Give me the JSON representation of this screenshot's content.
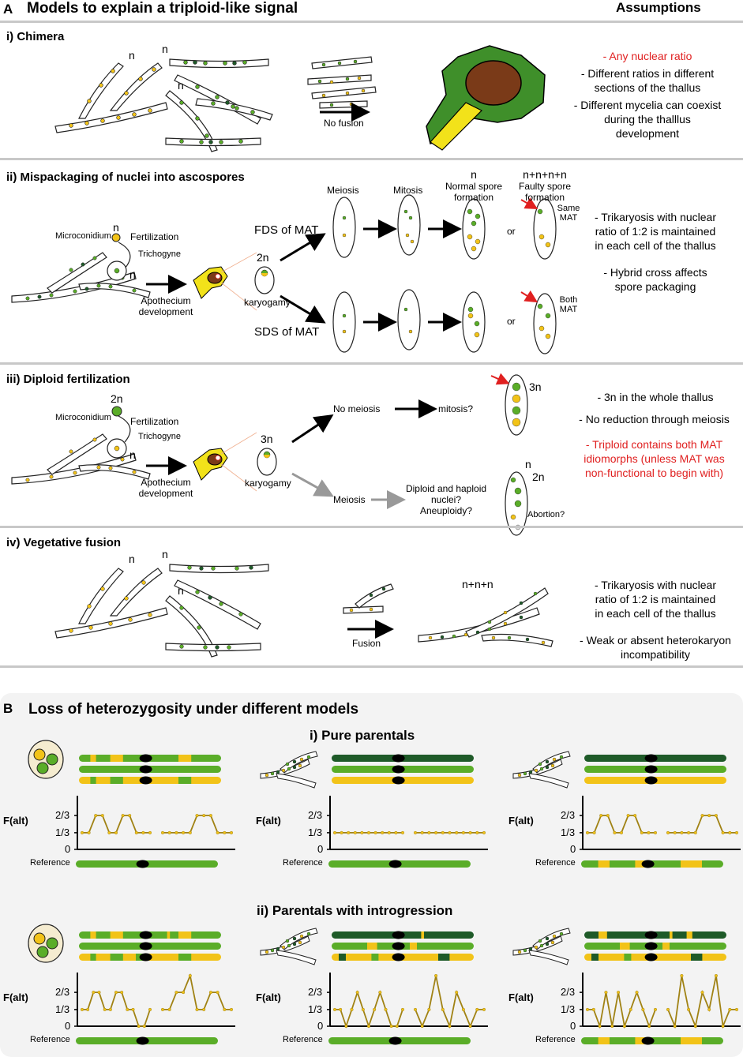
{
  "panel_a": {
    "letter": "A",
    "title": "Models to explain a triploid-like signal",
    "assumptions_header": "Assumptions",
    "chimera": {
      "heading": "i) Chimera",
      "n1": "n",
      "n2": "n",
      "n3": "n",
      "no_fusion": "No fusion",
      "assump_1": "- Any nuclear ratio",
      "assump_2a": "- Different ratios in different",
      "assump_2b": "sections of the thallus",
      "assump_3a": "- Different mycelia can coexist",
      "assump_3b": "during the thalllus",
      "assump_3c": "development"
    },
    "mispackaging": {
      "heading": "ii) Mispackaging of nuclei into ascospores",
      "microconidium": "Microconidium",
      "n_top": "n",
      "fertilization": "Fertilization",
      "trichogyne": "Trichogyne",
      "n_bottom": "n",
      "apothecium_1": "Apothecium",
      "apothecium_2": "development",
      "two_n": "2n",
      "karyogamy": "karyogamy",
      "fds": "FDS of MAT",
      "sds": "SDS of MAT",
      "meiosis": "Meiosis",
      "mitosis": "Mitosis",
      "normal_n": "n",
      "normal_1": "Normal spore",
      "normal_2": "formation",
      "faulty_n": "n+n+n+n",
      "faulty_1": "Faulty spore",
      "faulty_2": "formation",
      "or_1": "or",
      "or_2": "or",
      "same_1": "Same",
      "same_2": "MAT",
      "both_1": "Both",
      "both_2": "MAT",
      "assump_1a": "- Trikaryosis with nuclear",
      "assump_1b": "ratio of 1:2 is maintained",
      "assump_1c": "in each cell of the thallus",
      "assump_2a": "- Hybrid cross affects",
      "assump_2b": "spore packaging"
    },
    "diploid": {
      "heading": "iii) Diploid fertilization",
      "microconidium": "Microconidium",
      "two_n": "2n",
      "fertilization": "Fertilization",
      "trichogyne": "Trichogyne",
      "n_bottom": "n",
      "apothecium_1": "Apothecium",
      "apothecium_2": "development",
      "three_n": "3n",
      "karyogamy": "karyogamy",
      "no_meiosis": "No meiosis",
      "mitosis_q": "mitosis?",
      "three_n_spore": "3n",
      "meiosis": "Meiosis",
      "dh_1": "Diploid and haploid",
      "dh_2": "nuclei?",
      "dh_3": "Aneuploidy?",
      "spore_n": "n",
      "spore_2n": "2n",
      "abortion": "Abortion?",
      "assump_1": "- 3n in the whole thallus",
      "assump_2": "- No reduction through meiosis",
      "assump_3a": "- Triploid contains both MAT",
      "assump_3b": "idiomorphs (unless MAT was",
      "assump_3c": "non-functional to begin with)"
    },
    "vegetative": {
      "heading": "iv) Vegetative fusion",
      "n1": "n",
      "n2": "n",
      "n3": "n",
      "fusion": "Fusion",
      "nnn": "n+n+n",
      "assump_1a": "- Trikaryosis with nuclear",
      "assump_1b": "ratio of 1:2 is maintained",
      "assump_1c": "in each cell of the thallus",
      "assump_2a": "- Weak or absent heterokaryon",
      "assump_2b": "incompatibility"
    }
  },
  "panel_b": {
    "letter": "B",
    "title": "Loss of heterozygosity under different models",
    "pure_heading": "i) Pure parentals",
    "intro_heading": "ii) Parentals with introgression",
    "ylabel": "F(alt)",
    "yticks": [
      "2/3",
      "1/3",
      "0"
    ],
    "reference": "Reference"
  },
  "colors": {
    "yellow": "#f2c318",
    "light_green": "#5aad28",
    "dark_green": "#1e5a28",
    "olive_line": "#a08214",
    "red_text": "#e02020"
  },
  "chart_data": [
    {
      "type": "line",
      "panel": "pure-1",
      "ylabel": "F(alt)",
      "yticks": [
        "0",
        "1/3",
        "2/3"
      ],
      "segments": [
        [
          0.33,
          0.33,
          0.67,
          0.67,
          0.33,
          0.33,
          0.67,
          0.67,
          0.33,
          0.33,
          0.33
        ],
        [
          0.33,
          0.33,
          0.33,
          0.33,
          0.33,
          0.67,
          0.67,
          0.67,
          0.33,
          0.33,
          0.33
        ]
      ]
    },
    {
      "type": "line",
      "panel": "pure-2",
      "ylabel": "F(alt)",
      "yticks": [
        "0",
        "1/3",
        "2/3"
      ],
      "segments": [
        [
          0.33,
          0.33,
          0.33,
          0.33,
          0.33,
          0.33,
          0.33,
          0.33,
          0.33,
          0.33,
          0.33
        ],
        [
          0.33,
          0.33,
          0.33,
          0.33,
          0.33,
          0.33,
          0.33,
          0.33,
          0.33,
          0.33,
          0.33
        ]
      ]
    },
    {
      "type": "line",
      "panel": "pure-3",
      "ylabel": "F(alt)",
      "yticks": [
        "0",
        "1/3",
        "2/3"
      ],
      "segments": [
        [
          0.33,
          0.33,
          0.67,
          0.67,
          0.33,
          0.33,
          0.67,
          0.67,
          0.33,
          0.33,
          0.33
        ],
        [
          0.33,
          0.33,
          0.33,
          0.33,
          0.33,
          0.67,
          0.67,
          0.67,
          0.33,
          0.33,
          0.33
        ]
      ]
    },
    {
      "type": "line",
      "panel": "intro-1",
      "ylabel": "F(alt)",
      "yticks": [
        "0",
        "1/3",
        "2/3"
      ],
      "segments": [
        [
          0.33,
          0.33,
          0.67,
          0.67,
          0.33,
          0.33,
          0.67,
          0.67,
          0.33,
          0.33,
          0.0,
          0.0,
          0.33
        ],
        [
          0.33,
          0.33,
          0.67,
          0.67,
          1.0,
          0.33,
          0.33,
          0.67,
          0.67,
          0.33,
          0.33
        ]
      ]
    },
    {
      "type": "line",
      "panel": "intro-2",
      "ylabel": "F(alt)",
      "yticks": [
        "0",
        "1/3",
        "2/3"
      ],
      "segments": [
        [
          0.33,
          0.33,
          0.0,
          0.33,
          0.67,
          0.33,
          0.0,
          0.33,
          0.67,
          0.33,
          0.0,
          0.0,
          0.33
        ],
        [
          0.33,
          0.0,
          0.33,
          1.0,
          0.33,
          0.0,
          0.67,
          0.33,
          0.0,
          0.33,
          0.33
        ]
      ]
    },
    {
      "type": "line",
      "panel": "intro-3",
      "ylabel": "F(alt)",
      "yticks": [
        "0",
        "1/3",
        "2/3"
      ],
      "segments": [
        [
          0.33,
          0.33,
          0.0,
          0.67,
          0.0,
          0.67,
          0.0,
          0.33,
          0.67,
          0.33,
          0.0,
          0.33
        ],
        [
          0.33,
          0.0,
          1.0,
          0.33,
          0.0,
          0.67,
          0.33,
          1.0,
          0.0,
          0.33,
          0.33
        ]
      ]
    }
  ]
}
